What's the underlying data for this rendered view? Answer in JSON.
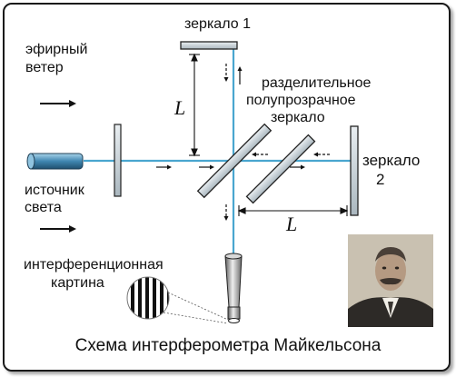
{
  "labels": {
    "ether_wind": [
      "эфирный",
      "ветер"
    ],
    "mirror1": "зеркало 1",
    "beamsplitter": [
      "разделительное",
      "полупрозрачное",
      "зеркало"
    ],
    "mirror2": [
      "зеркало",
      "2"
    ],
    "source": [
      "источник",
      "света"
    ],
    "interference": [
      "интерференционная",
      "картина"
    ],
    "length_vertical": "L",
    "length_horizontal": "L"
  },
  "caption": "Схема интерферометра Майкельсона",
  "colors": {
    "beam": "#4aa6cf",
    "mirror_fill": "#cfd8de",
    "mirror_stroke": "#222222",
    "source_fill": "#4f8fb3",
    "text": "#111111"
  },
  "icons": [
    "arrow-right-icon",
    "arrow-up-dashed-icon",
    "arrow-down-dashed-icon",
    "arrow-left-dashed-icon",
    "portrait-photo"
  ]
}
